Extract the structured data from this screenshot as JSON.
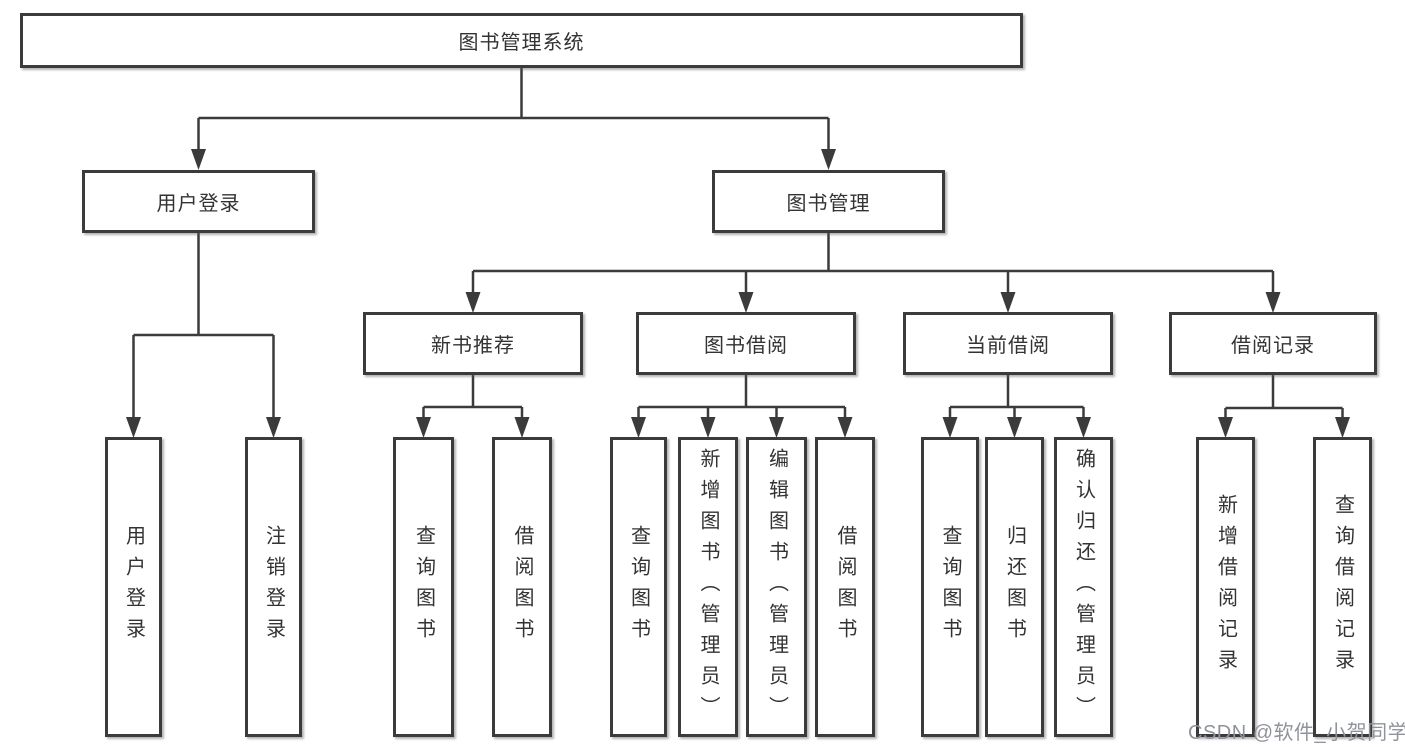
{
  "tree": {
    "label": "图书管理系统",
    "children": [
      {
        "label": "用户登录",
        "children": [
          {
            "label": "用户登录"
          },
          {
            "label": "注销登录"
          }
        ]
      },
      {
        "label": "图书管理",
        "children": [
          {
            "label": "新书推荐",
            "children": [
              {
                "label": "查询图书"
              },
              {
                "label": "借阅图书"
              }
            ]
          },
          {
            "label": "图书借阅",
            "children": [
              {
                "label": "查询图书"
              },
              {
                "label": "新增图书（管理员）"
              },
              {
                "label": "编辑图书（管理员）"
              },
              {
                "label": "借阅图书"
              }
            ]
          },
          {
            "label": "当前借阅",
            "children": [
              {
                "label": "查询图书"
              },
              {
                "label": "归还图书"
              },
              {
                "label": "确认归还（管理员）"
              }
            ]
          },
          {
            "label": "借阅记录",
            "children": [
              {
                "label": "新增借阅记录"
              },
              {
                "label": "查询借阅记录"
              }
            ]
          }
        ]
      }
    ]
  },
  "watermark": "CSDN @软件_小贺同学",
  "colors": {
    "line": "#3b3b3b",
    "text": "#333333",
    "watermark": "#8f939b"
  }
}
